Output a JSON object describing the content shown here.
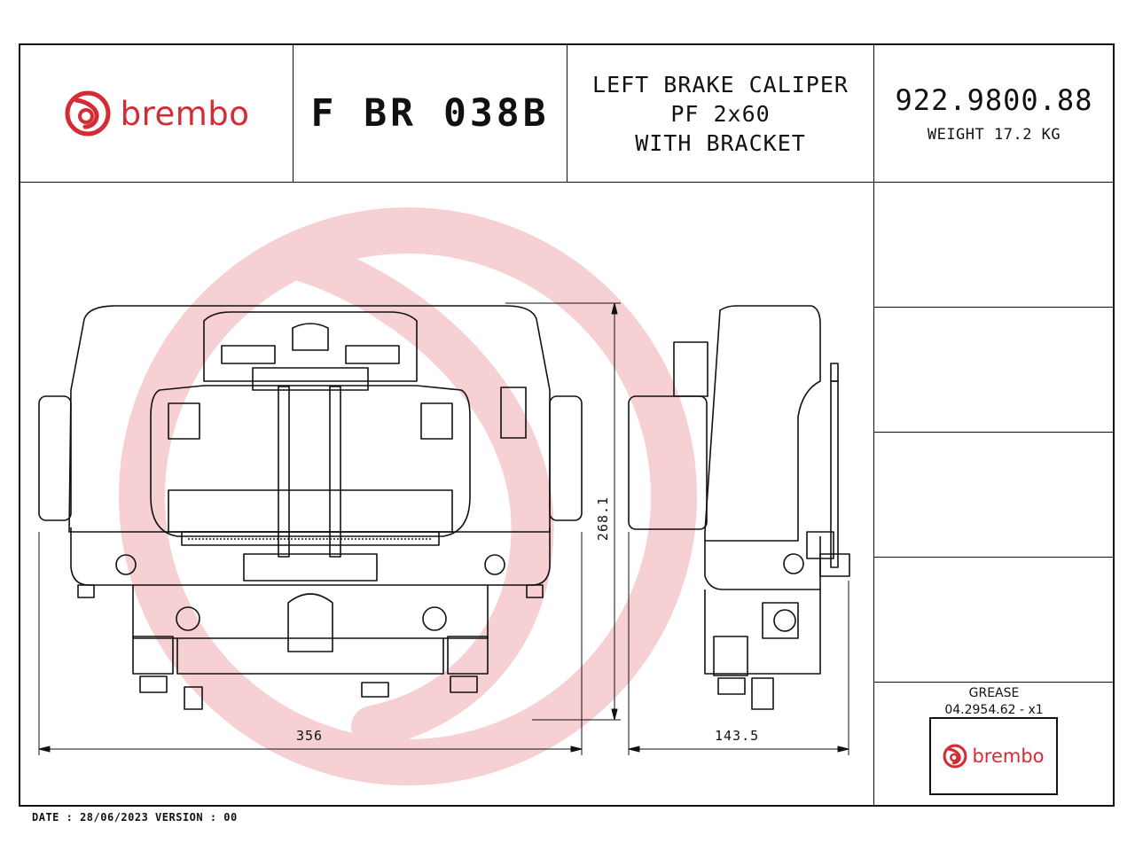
{
  "brand": {
    "name": "brembo",
    "color": "#d52b35",
    "icon": "brembo-logo-icon"
  },
  "header": {
    "part_code": "F BR 038B",
    "description": [
      "LEFT BRAKE CALIPER",
      "PF 2x60",
      "WITH BRACKET"
    ],
    "reference": "922.9800.88",
    "weight": "WEIGHT 17.2 KG"
  },
  "dimensions": {
    "width": "356",
    "height": "268.1",
    "depth": "143.5"
  },
  "grease": {
    "label": "GREASE",
    "code": "04.2954.62 - x1"
  },
  "footer": {
    "text": "DATE : 28/06/2023 VERSION : 00"
  },
  "colors": {
    "line": "#111111",
    "watermark": "#f2c4c7"
  }
}
